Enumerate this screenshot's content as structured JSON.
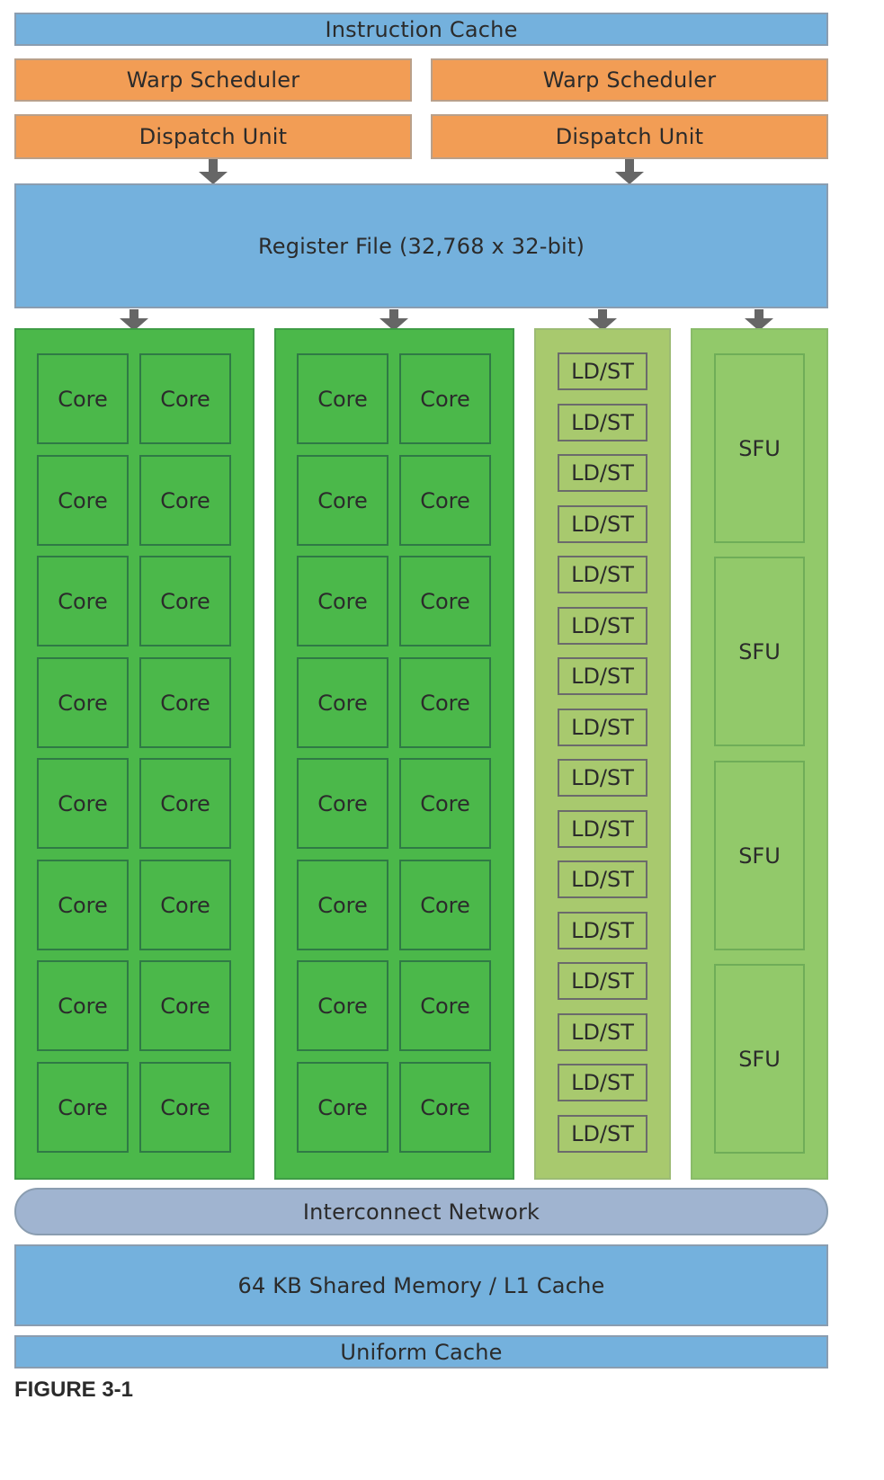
{
  "diagram": {
    "instruction_cache": "Instruction Cache",
    "warp_schedulers": [
      "Warp Scheduler",
      "Warp Scheduler"
    ],
    "dispatch_units": [
      "Dispatch Unit",
      "Dispatch Unit"
    ],
    "register_file": "Register File (32,768 x 32-bit)",
    "core_label": "Core",
    "core_columns": 2,
    "cores_per_column": 16,
    "ldst_label": "LD/ST",
    "ldst_count": 16,
    "sfu_label": "SFU",
    "sfu_count": 4,
    "interconnect": "Interconnect Network",
    "shared_memory": "64 KB Shared Memory / L1 Cache",
    "uniform_cache": "Uniform Cache",
    "caption": "FIGURE 3-1"
  },
  "colors": {
    "cache_blue": "#74b1dd",
    "scheduler_orange": "#f29d55",
    "core_green": "#4bb84a",
    "ldst_green": "#a8c96e",
    "sfu_green": "#92c96a",
    "interconnect_gray_blue": "#a0b4d0",
    "arrow_gray": "#666666"
  }
}
